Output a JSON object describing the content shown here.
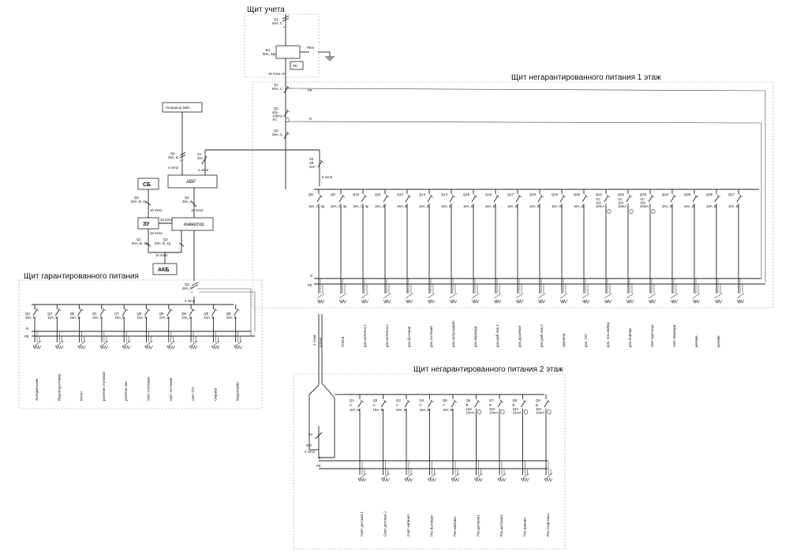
{
  "metering": {
    "title": "Щит учета",
    "q1": "Q1",
    "q1_rating": "50A, C",
    "meter_line1": "ЭЛ.",
    "meter_line2": "50A, 3ф",
    "pen": "PEN",
    "pe": "PE",
    "cable": "16 mm2, N"
  },
  "floor1": {
    "title": "Щит негарантированного питания 1 этаж",
    "main": [
      {
        "id": "Q1",
        "rating": "50A, C"
      },
      {
        "id": "Q2",
        "rating": "40A\n100mA\nAC"
      },
      {
        "id": "Q3",
        "rating": "25A, C"
      }
    ],
    "pe": "PE",
    "n": "N",
    "s2": {
      "id": "S2",
      "rating": "S9\n40A",
      "cable": "6 mm2"
    },
    "breakers": [
      {
        "id": "Q8",
        "rating": "16A, C, 3p",
        "rcd": false,
        "load": "Котел"
      },
      {
        "id": "Q9",
        "rating": "25A, C, 3p",
        "rcd": false,
        "load": "Плита"
      },
      {
        "id": "Q10",
        "rating": "16A, C, 3p",
        "rcd": false,
        "load": "роз.котельн.1"
      },
      {
        "id": "Q11",
        "rating": "16A, B",
        "rcd": false,
        "load": "роз.котельн.2"
      },
      {
        "id": "Q12",
        "rating": "16A, B",
        "rcd": false,
        "load": "роз.бытовая"
      },
      {
        "id": "Q13",
        "rating": "16A, B",
        "rcd": false,
        "load": "роз.гостевая"
      },
      {
        "id": "Q14",
        "rating": "16A, B",
        "rcd": false,
        "load": "роз.полуподвал"
      },
      {
        "id": "Q15",
        "rating": "16A, B",
        "rcd": false,
        "load": "роз.веранда"
      },
      {
        "id": "Q16",
        "rating": "16A, B",
        "rcd": false,
        "load": "роз.раб.пов.1"
      },
      {
        "id": "Q17",
        "rating": "16A, B",
        "rcd": false,
        "load": "роз.душевая"
      },
      {
        "id": "Q18",
        "rating": "16A, B",
        "rcd": false,
        "load": "роз.раб.пов.2"
      },
      {
        "id": "Q19",
        "rating": "16A, B",
        "rcd": false,
        "load": "прачечн."
      },
      {
        "id": "Q20",
        "rating": "16A, B",
        "rcd": false,
        "load": "роз. С/У"
      },
      {
        "id": "Q21",
        "rating": "AC\n16A\n10mA",
        "rcd": true,
        "load": "роз. пос.мойка"
      },
      {
        "id": "Q22",
        "rating": "AC\n16A\n10mA",
        "rcd": true,
        "load": "роз.бойлер"
      },
      {
        "id": "Q23",
        "rating": "AC\n16A\n10mA",
        "rcd": true,
        "load": "свет крыльцо"
      },
      {
        "id": "Q24",
        "rating": "10A, B",
        "rcd": false,
        "load": "свет веранда"
      },
      {
        "id": "Q25",
        "rating": "10A, B",
        "rcd": false,
        "load": "резерв"
      },
      {
        "id": "Q26",
        "rating": "10A, B",
        "rcd": false,
        "load": "резерв"
      },
      {
        "id": "Q27",
        "rating": "10A, B",
        "rcd": false,
        "load": ""
      }
    ],
    "riser_label": "2 этаж"
  },
  "generator": {
    "label": "Генератор 5кВт",
    "q1": "Q1",
    "q1_rating": "25A, B",
    "s1": "S1",
    "s1_rating": "32A",
    "cable_left": "4 mm2",
    "cable_right": "4 mm2",
    "avr": "АВР",
    "q2": "Q2",
    "q2_rating": "25A, B",
    "cable_inv": "16 mm2",
    "inverter": "инвертор",
    "sb": "СБ",
    "sb_q": "Q2",
    "sb_q_rating": "50A, B, 2p",
    "sb_cable": "16 mm2",
    "zu": "ЗУ",
    "zu_cable": "16 mm2",
    "zu_cable2": "16 mm2",
    "qa": "Q1",
    "qa_rating": "50A, B, 2p",
    "qb": "Q2",
    "qb_rating": "63A, B, 2p",
    "akb_cable": "16 mm2",
    "akb": "АКБ"
  },
  "guaranteed": {
    "title": "Щит гарантированного питания",
    "q2": "Q2",
    "q2_rating": "25A, B",
    "cable": "4 mm2",
    "n": "N",
    "pe": "PE",
    "breakers": [
      {
        "id": "Q3",
        "rating": "16A, B",
        "load": "Холодильник"
      },
      {
        "id": "Q4",
        "rating": "10A, B",
        "load": "Водоподготовка"
      },
      {
        "id": "Q5",
        "rating": "16A, B",
        "load": "котел"
      },
      {
        "id": "Q6",
        "rating": "16A, B",
        "load": "розетки столовая"
      },
      {
        "id": "Q7",
        "rating": "16A, B",
        "load": "розетки зал"
      },
      {
        "id": "Q8",
        "rating": "10A, B",
        "load": "свет столовая"
      },
      {
        "id": "Q9",
        "rating": "10A, B",
        "load": "свет гостиная"
      },
      {
        "id": "Q8",
        "rating": "10A, B",
        "load": "свет С/У"
      },
      {
        "id": "Q8",
        "rating": "10A, B",
        "load": "Охрана"
      },
      {
        "id": "Q8",
        "rating": "10A, B",
        "load": "Видеонабл."
      }
    ]
  },
  "floor2": {
    "title": "Щит негарантированного питания 2 этаж",
    "s1": "S1",
    "s1_rating": "40A",
    "s1_cable": "4 mm2",
    "n": "N",
    "pe": "PE",
    "breakers": [
      {
        "id": "Q1",
        "rating": "10A, B",
        "rcd": false,
        "load": "Свет детская 1"
      },
      {
        "id": "Q2",
        "rating": "10A, B",
        "rcd": false,
        "load": "Свет детская 2"
      },
      {
        "id": "Q3",
        "rating": "10A, B",
        "rcd": false,
        "load": "Свет кабинет"
      },
      {
        "id": "Q4",
        "rating": "16A, B",
        "rcd": false,
        "load": "Роз.бытовая"
      },
      {
        "id": "Q5",
        "rating": "16A, B",
        "rcd": false,
        "load": "Роз.кабинет"
      },
      {
        "id": "Q6",
        "rating": "16A\n10mA",
        "rcd": true,
        "load": "Роз.детская1"
      },
      {
        "id": "Q7",
        "rating": "16A\n10mA",
        "rcd": true,
        "load": "Роз.детская2"
      },
      {
        "id": "Q8",
        "rating": "16A\n10mA",
        "rcd": true,
        "load": "Роз.ванная"
      },
      {
        "id": "Q9",
        "rating": "16A\n10mA",
        "rcd": true,
        "load": "Роз.стир.маш"
      }
    ]
  }
}
